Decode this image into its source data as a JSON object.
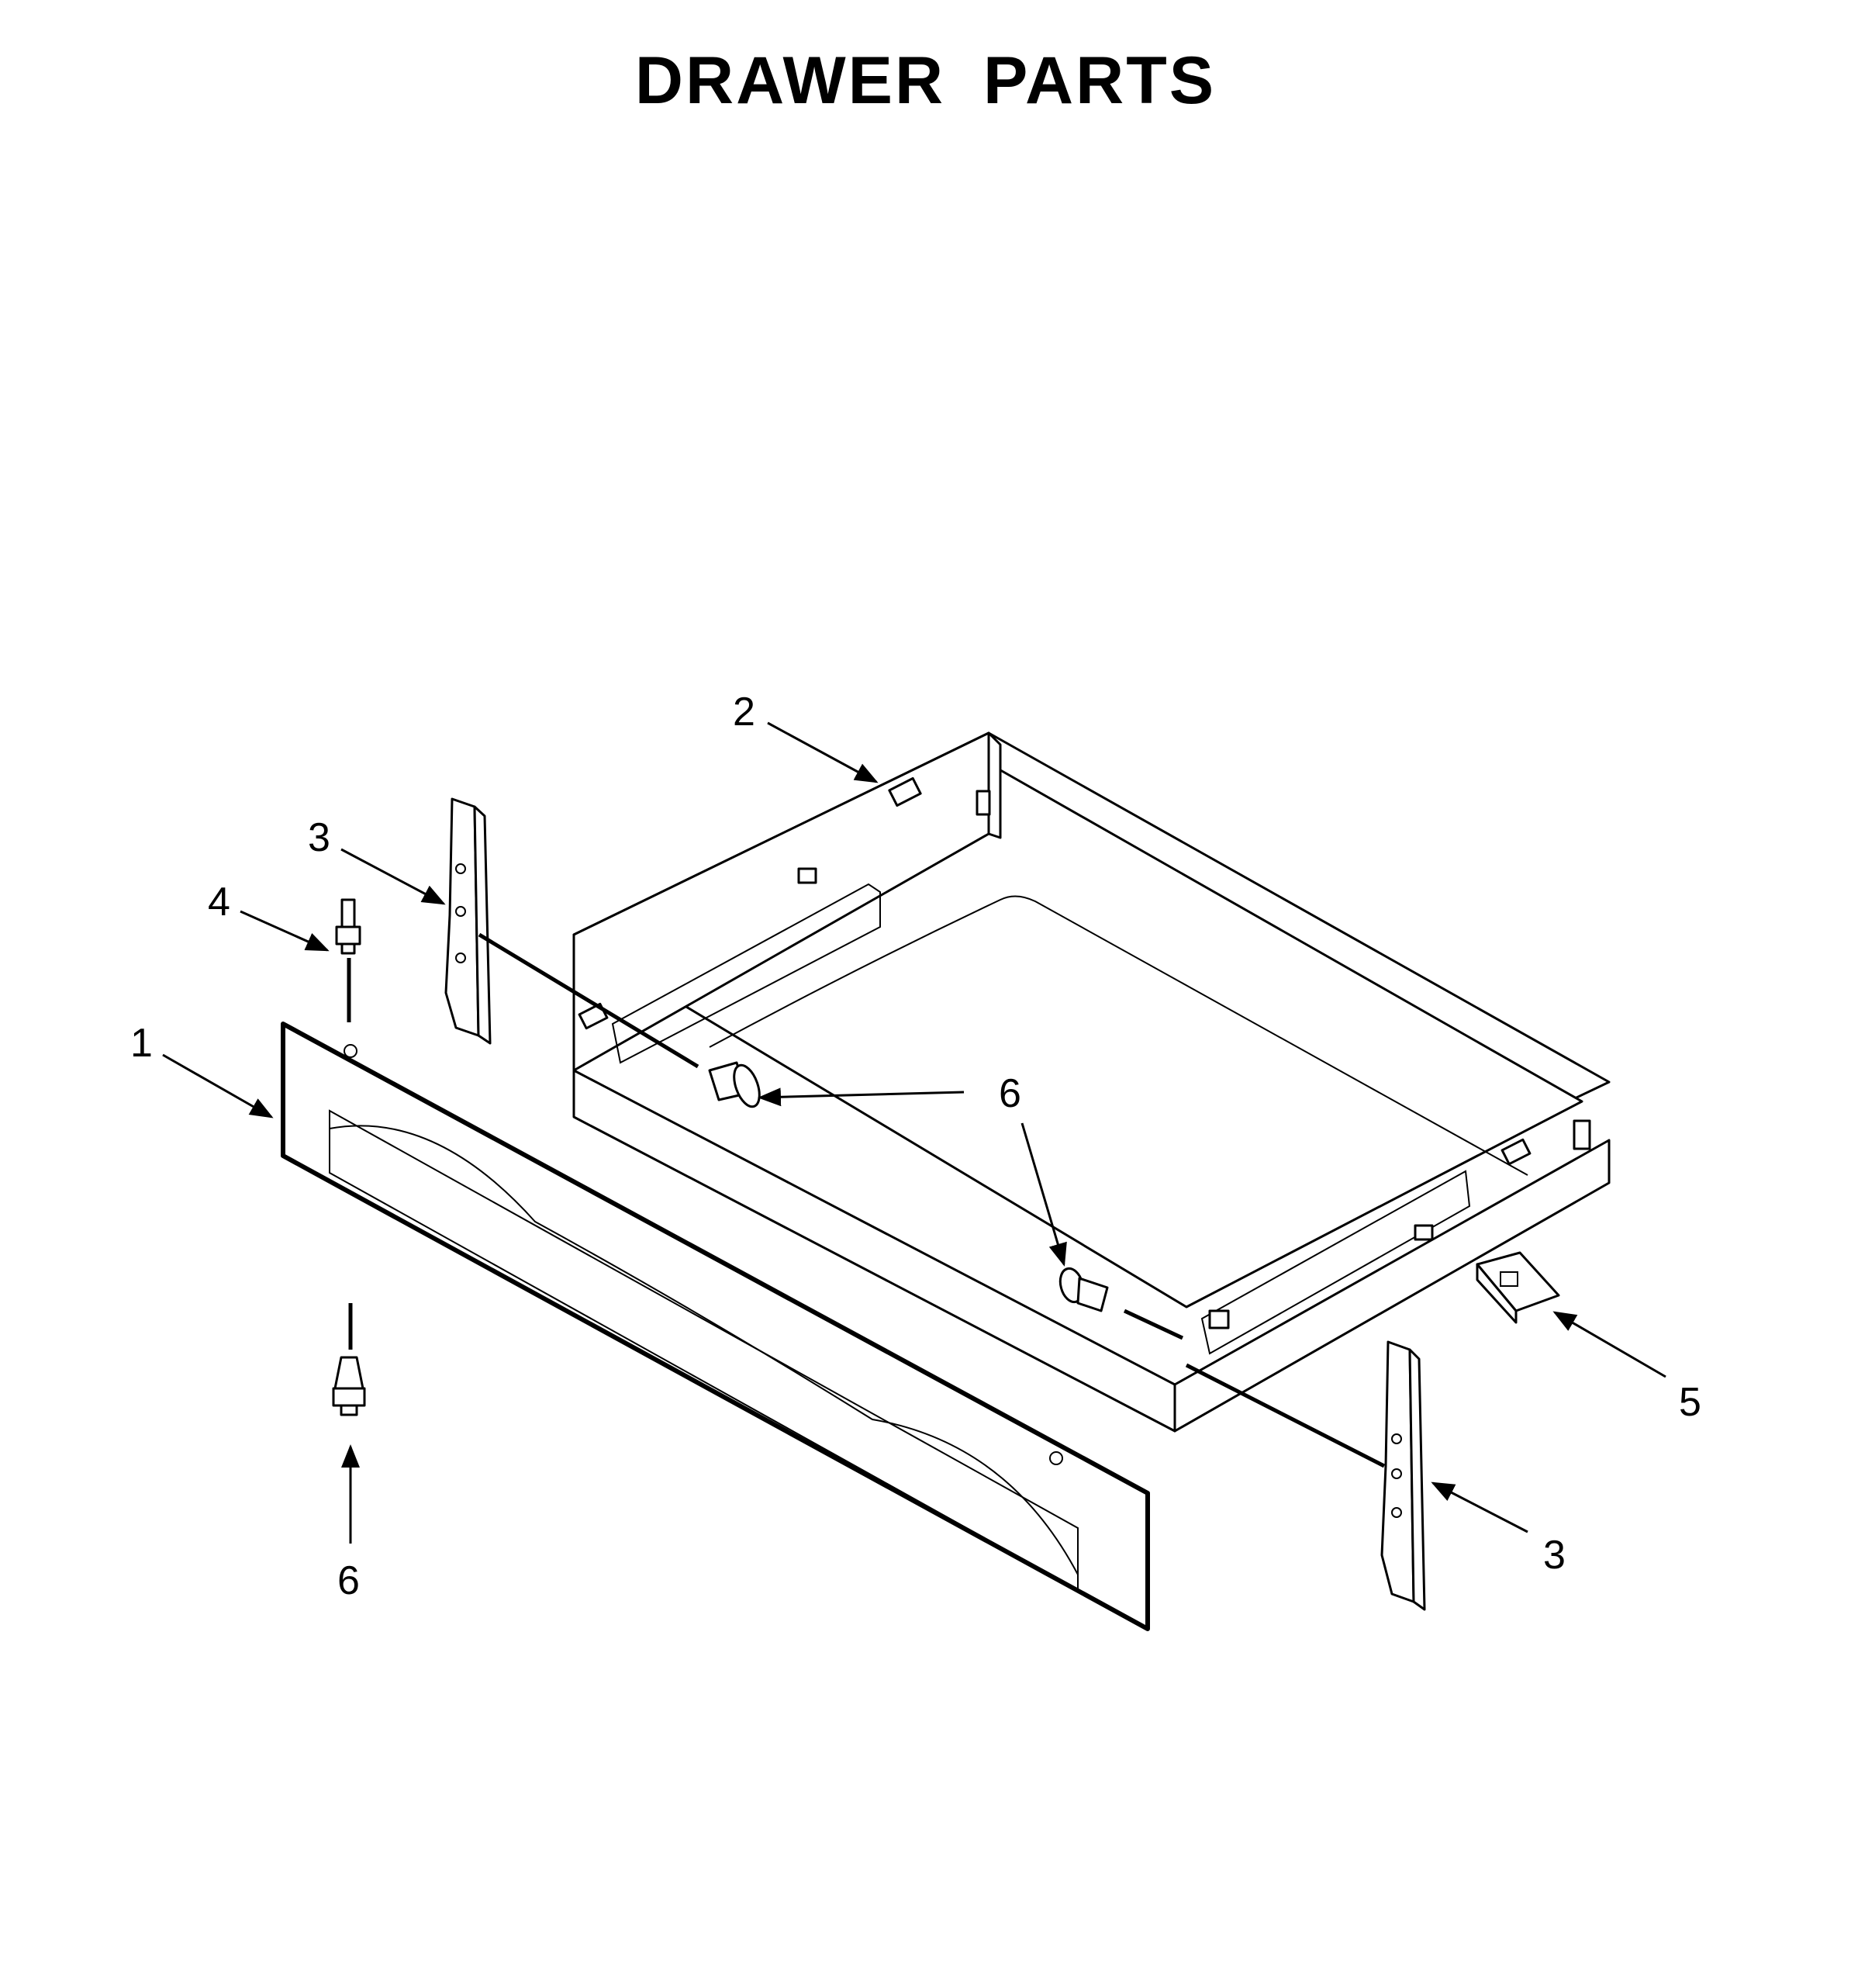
{
  "title": "DRAWER PARTS",
  "callouts": {
    "panel": "1",
    "drawer": "2",
    "bracket_left": "3",
    "bracket_right": "3",
    "stud": "4",
    "glide": "5",
    "screw_center": "6",
    "screw_right": "6",
    "screw_bottom": "6"
  }
}
